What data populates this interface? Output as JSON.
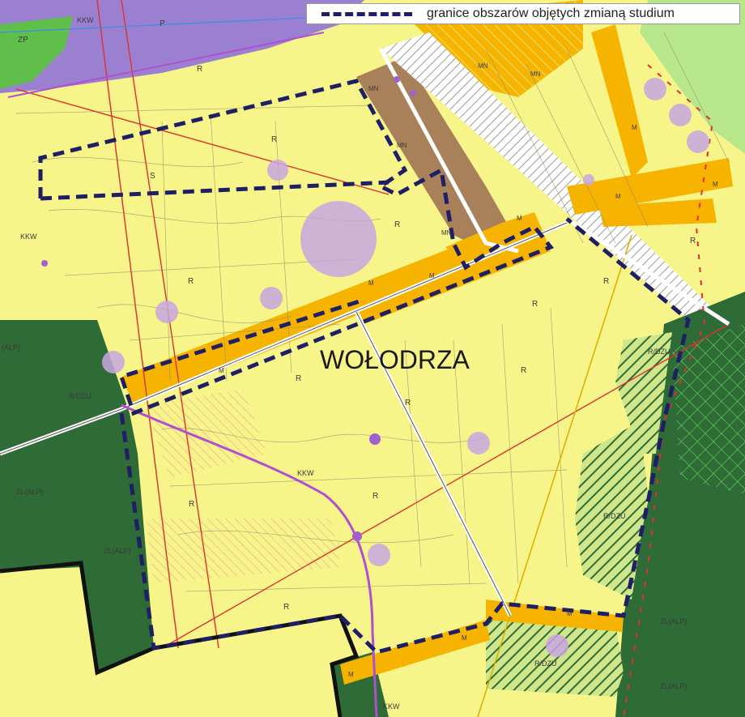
{
  "legend": {
    "boundary_label": "granice obszarów objętych zmianą studium",
    "boundary_color": "#1f1f66"
  },
  "map": {
    "village_name": "WOŁODRZA",
    "labels": {
      "zp": "ZP",
      "p": "P",
      "kkw": "KKW",
      "r": "R",
      "mn": "MN",
      "m": "M",
      "s": "S",
      "zl_alp": "ZL(ALP)",
      "rdzu": "R/DZU",
      "zl_alp_partial": "(ALP)"
    },
    "colors": {
      "agricultural": "#f7f58a",
      "forest": "#2f6b36",
      "settlement": "#f6b400",
      "residential": "#a8815a",
      "industrial": "#9b80d2",
      "green": "#b8e68a",
      "pits": "#c9a6e0",
      "boundary": "#1f1f66"
    }
  }
}
